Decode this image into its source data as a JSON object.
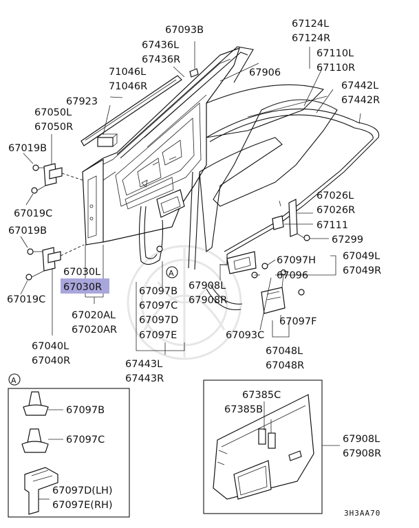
{
  "highlight_color": "#a9a6dc",
  "labels": {
    "p67093B_top": "67093B",
    "p67436L": "67436L",
    "p67436R": "67436R",
    "p71046L": "71046L",
    "p71046R": "71046R",
    "p67923": "67923",
    "p67050L": "67050L",
    "p67050R": "67050R",
    "p67019B_1": "67019B",
    "p67019C_1": "67019C",
    "p67019B_2": "67019B",
    "p67019C_2": "67019C",
    "p67030L": "67030L",
    "p67030R": "67030R",
    "p67020AL": "67020AL",
    "p67020AR": "67020AR",
    "p67040L": "67040L",
    "p67040R": "67040R",
    "p67906": "67906",
    "p67124L": "67124L",
    "p67124R": "67124R",
    "p67110L": "67110L",
    "p67110R": "67110R",
    "p67442L": "67442L",
    "p67442R": "67442R",
    "p67026L": "67026L",
    "p67026R": "67026R",
    "p67111": "67111",
    "p67299": "67299",
    "p67049L": "67049L",
    "p67049R": "67049R",
    "p67097H": "67097H",
    "p67096": "67096",
    "p67097B": "67097B",
    "p67097C": "67097C",
    "p67097D": "67097D",
    "p67097E": "67097E",
    "p67908L": "67908L",
    "p67908R": "67908R",
    "p67093C": "67093C",
    "p67097F": "67097F",
    "p67048L": "67048L",
    "p67048R": "67048R",
    "p67443L": "67443L",
    "p67443R": "67443R",
    "callout_A": "A",
    "inset_A_marker": "A",
    "inset_67097B": "67097B",
    "inset_67097C": "67097C",
    "inset_67097D": "67097D(LH)",
    "inset_67097E": "67097E(RH)",
    "inset2_67385C": "67385C",
    "inset2_67385B": "67385B",
    "inset2_67908L": "67908L",
    "inset2_67908R": "67908R",
    "diagram_code": "3H3AA70"
  },
  "highlighted_part": "67030R"
}
